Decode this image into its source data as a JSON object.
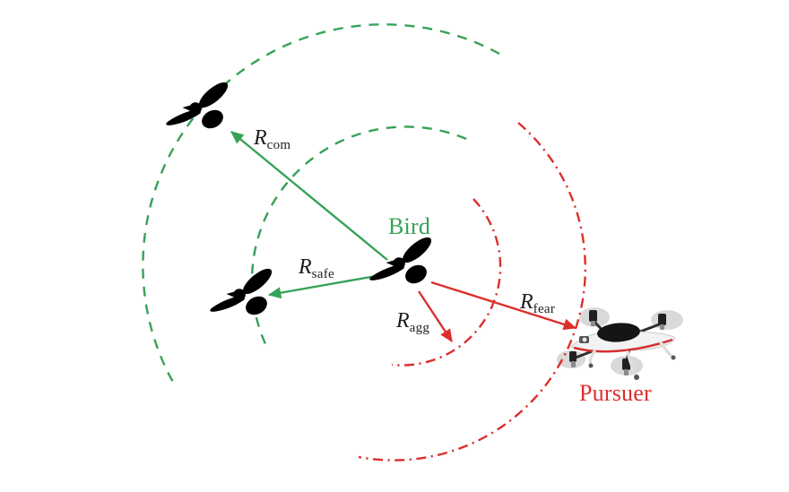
{
  "figure": {
    "description": "Diagram of bird-flock and pursuer drone interaction radii",
    "bird_count": 3,
    "pursuer_count": 1
  },
  "labels": {
    "bird": "Bird",
    "pursuer": "Pursuer"
  },
  "radii": {
    "com": {
      "base": "R",
      "sub": "com"
    },
    "safe": {
      "base": "R",
      "sub": "safe"
    },
    "agg": {
      "base": "R",
      "sub": "agg"
    },
    "fear": {
      "base": "R",
      "sub": "fear"
    }
  },
  "zones": [
    {
      "name": "communication radius",
      "label": "R_com",
      "style": "green dashed arc, outer"
    },
    {
      "name": "safe radius",
      "label": "R_safe",
      "style": "green dashed arc, inner"
    },
    {
      "name": "aggression radius",
      "label": "R_agg",
      "style": "red dash-dot arc, inner"
    },
    {
      "name": "fear radius",
      "label": "R_fear",
      "style": "red dash-dot arc, outer"
    }
  ],
  "icons": {
    "bird": "bird-silhouette-icon",
    "pursuer": "quadcopter-drone-icon"
  },
  "colors": {
    "green": "#36a257",
    "red": "#dc2f2c",
    "silhouette": "#000000",
    "background": "#ffffff",
    "rotor_gray": "#cfcfcf"
  }
}
